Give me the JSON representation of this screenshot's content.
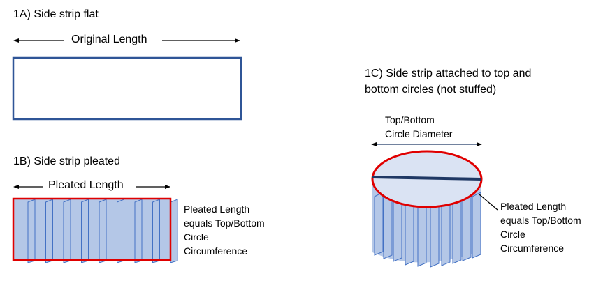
{
  "panel_a": {
    "title": "1A) Side strip flat",
    "length_label": "Original Length"
  },
  "panel_b": {
    "title": "1B) Side strip pleated",
    "length_label": "Pleated Length",
    "note_lines": [
      "Pleated Length",
      "equals Top/Bottom",
      "Circle",
      "Circumference"
    ]
  },
  "panel_c": {
    "title_lines": [
      "1C) Side strip attached to top and",
      "bottom circles (not stuffed)"
    ],
    "diameter_lines": [
      "Top/Bottom",
      "Circle Diameter"
    ],
    "note_lines": [
      "Pleated Length",
      "equals Top/Bottom",
      "Circle",
      "Circumference"
    ]
  },
  "colors": {
    "flat_strip_border": "#2f5597",
    "pleat_fill": "#b4c7e7",
    "pleat_stroke": "#4472c4",
    "red_outline": "#e00000",
    "top_fill": "#dae3f3",
    "diameter_line": "#1f3864",
    "arrow": "#000000"
  }
}
